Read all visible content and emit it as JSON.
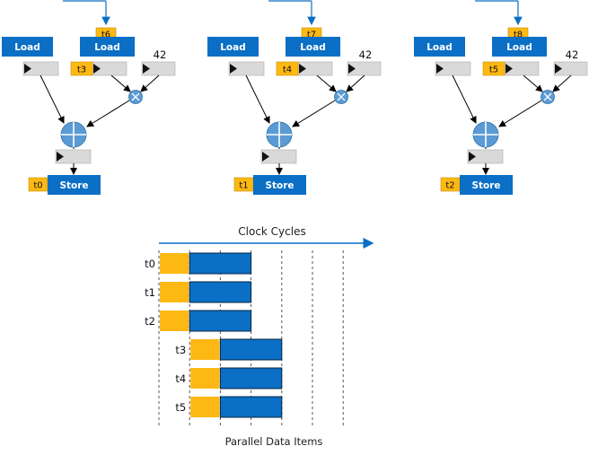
{
  "pipelines": [
    {
      "load_a": "Load",
      "load_b": "Load",
      "tag_top": "t6",
      "tag_mid": "t3",
      "constant": "42",
      "tag_store": "t0",
      "store": "Store"
    },
    {
      "load_a": "Load",
      "load_b": "Load",
      "tag_top": "t7",
      "tag_mid": "t4",
      "constant": "42",
      "tag_store": "t1",
      "store": "Store"
    },
    {
      "load_a": "Load",
      "load_b": "Load",
      "tag_top": "t8",
      "tag_mid": "t5",
      "constant": "42",
      "tag_store": "t2",
      "store": "Store"
    }
  ],
  "timeline": {
    "title": "Clock Cycles",
    "xlabel": "Parallel Data Items",
    "rows": [
      {
        "label": "t0",
        "start": 0
      },
      {
        "label": "t1",
        "start": 0
      },
      {
        "label": "t2",
        "start": 0
      },
      {
        "label": "t3",
        "start": 1
      },
      {
        "label": "t4",
        "start": 1
      },
      {
        "label": "t5",
        "start": 1
      }
    ],
    "yellow_cycles": 1,
    "blue_cycles": 2,
    "dashed_gridlines": 7
  },
  "colors": {
    "blue": "#0A6FC5",
    "orange": "#FDB813",
    "gray": "#D9D9D9",
    "node": "#5B9BD5"
  }
}
